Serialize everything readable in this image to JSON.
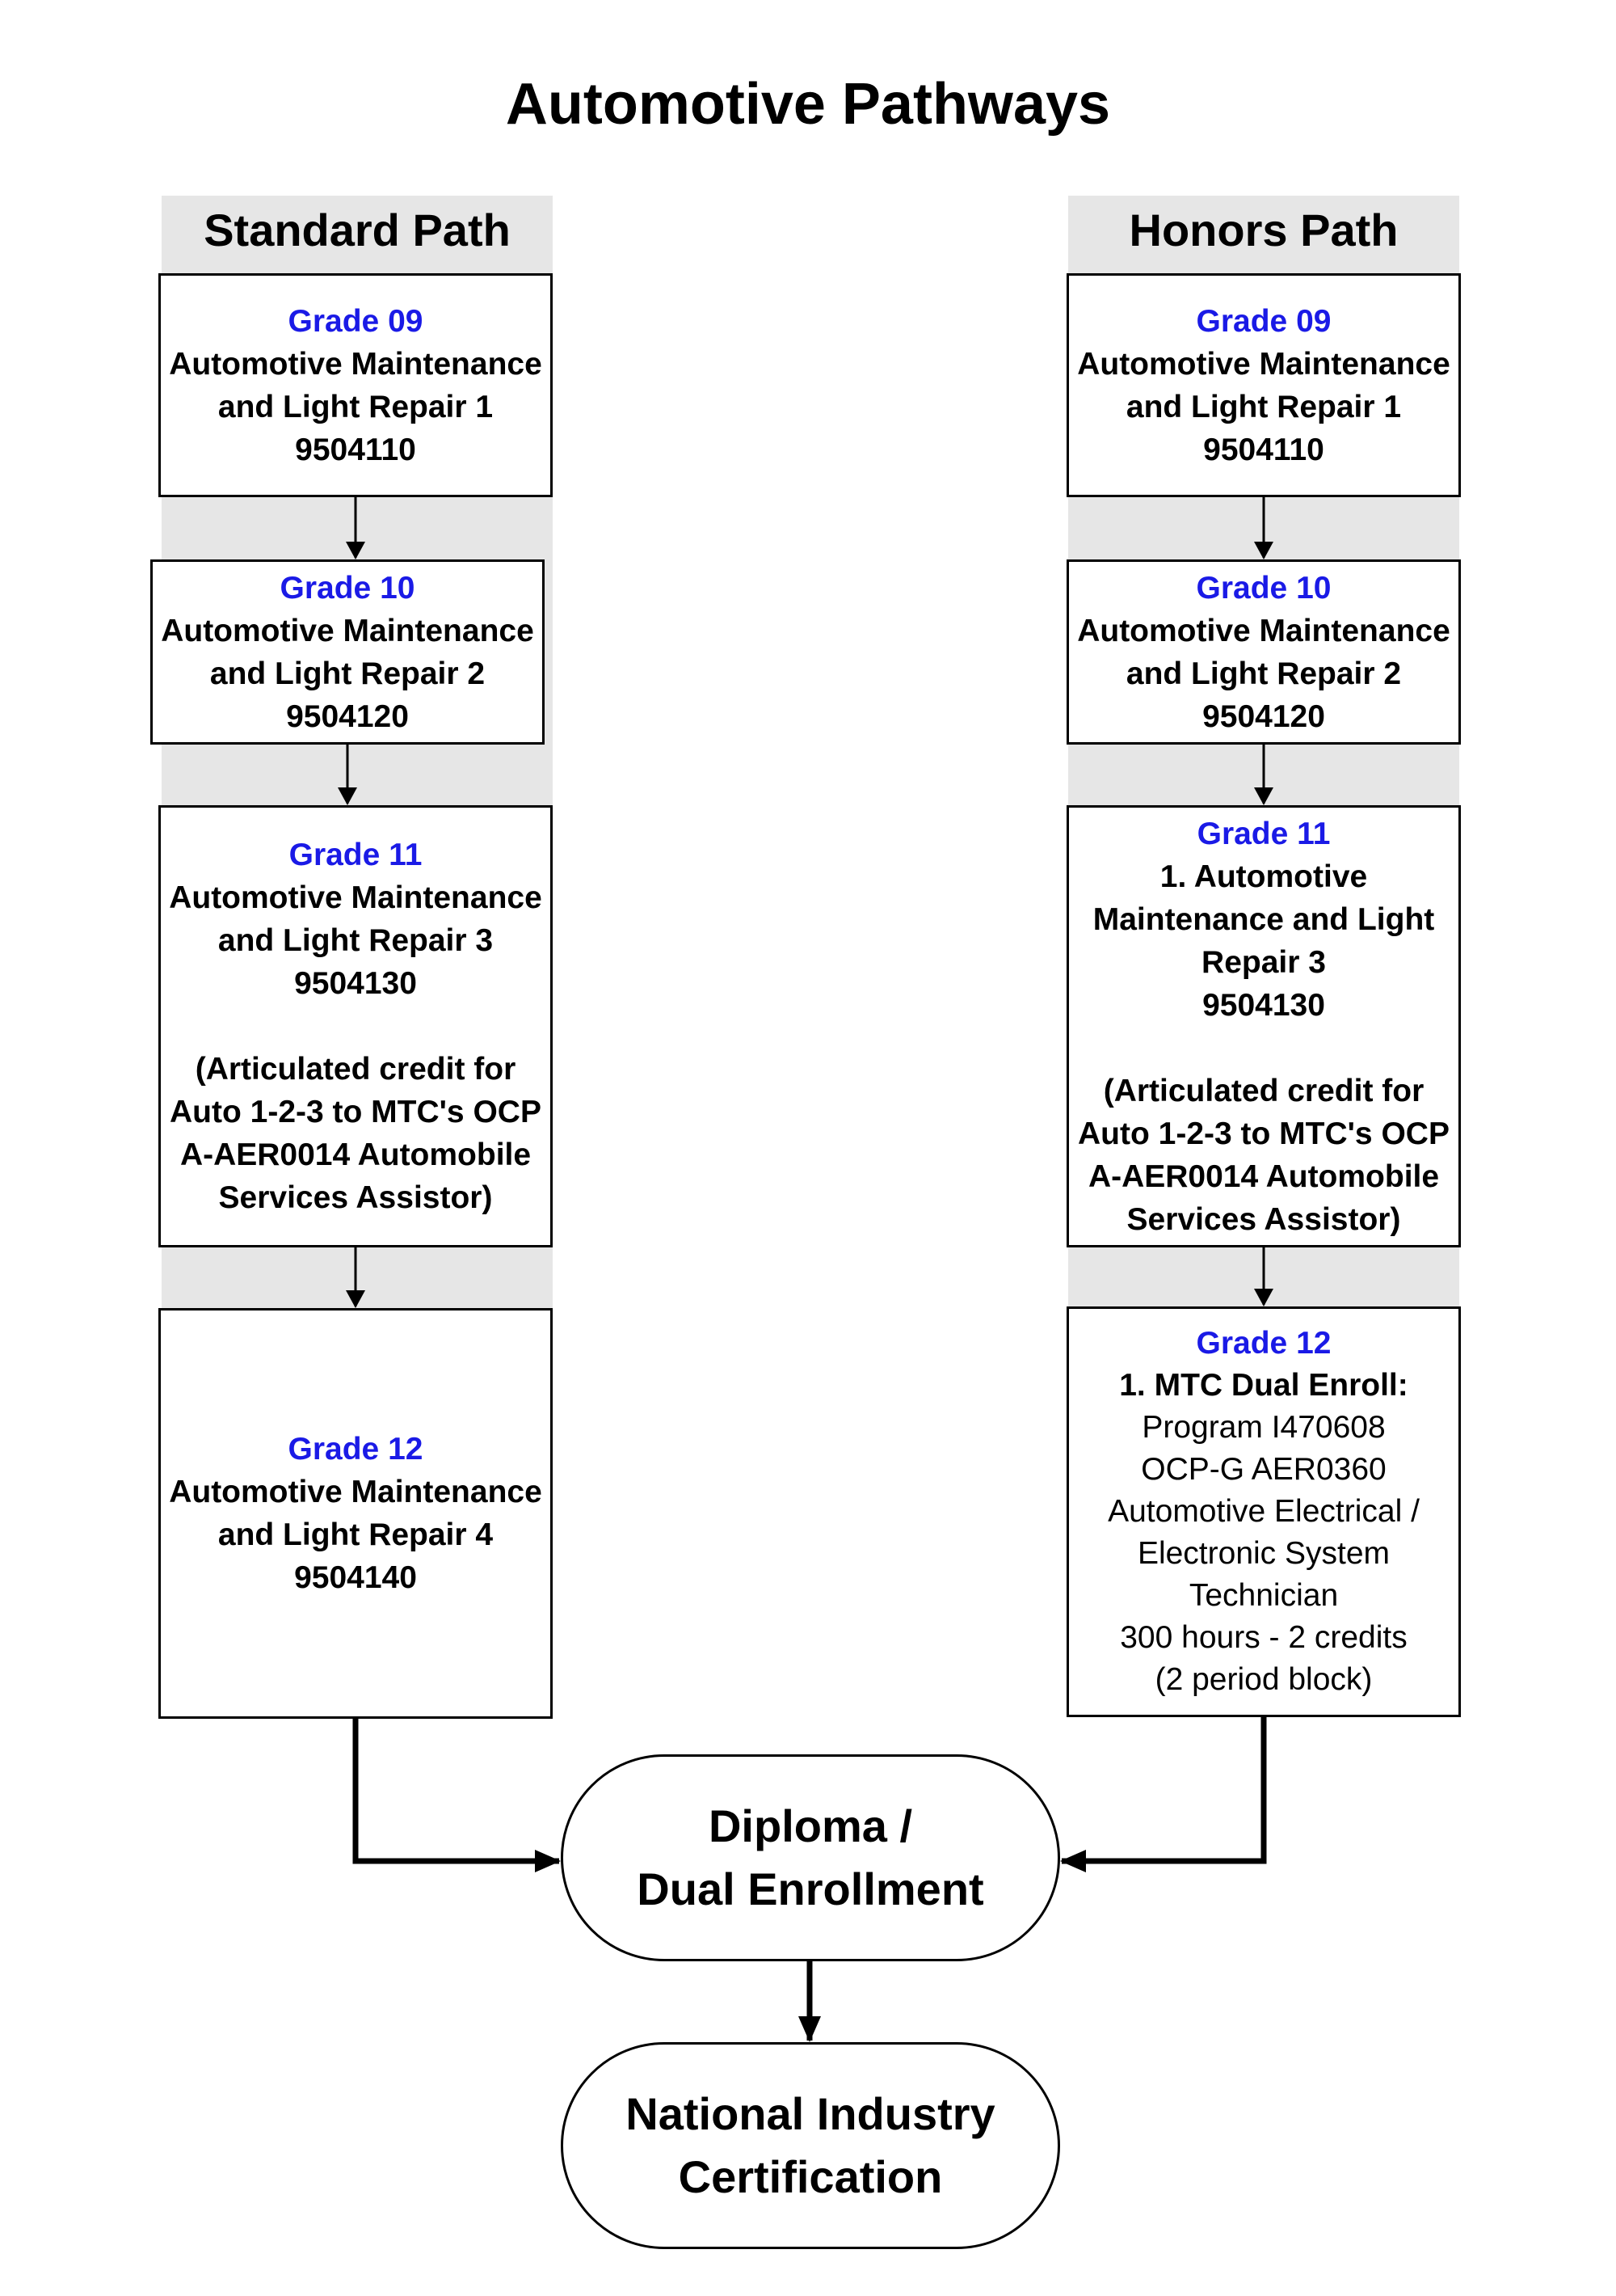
{
  "title": "Automotive Pathways",
  "standard": {
    "header": "Standard Path",
    "boxes": [
      {
        "grade": "Grade 09",
        "course": [
          "Automotive Maintenance",
          "and Light Repair 1"
        ],
        "code": "9504110"
      },
      {
        "grade": "Grade 10",
        "course": [
          "Automotive Maintenance",
          "and Light Repair 2"
        ],
        "code": "9504120"
      },
      {
        "grade": "Grade 11",
        "course": [
          "Automotive Maintenance",
          "and Light Repair 3"
        ],
        "code": "9504130",
        "note": [
          "(Articulated credit for",
          "Auto 1-2-3 to MTC's OCP",
          "A-AER0014 Automobile",
          "Services Assistor)"
        ]
      },
      {
        "grade": "Grade 12",
        "course": [
          "Automotive Maintenance",
          "and Light Repair 4"
        ],
        "code": "9504140"
      }
    ]
  },
  "honors": {
    "header": "Honors Path",
    "boxes": [
      {
        "grade": "Grade 09",
        "course": [
          "Automotive Maintenance",
          "and Light Repair 1"
        ],
        "code": "9504110"
      },
      {
        "grade": "Grade 10",
        "course": [
          "Automotive Maintenance",
          "and Light Repair 2"
        ],
        "code": "9504120"
      },
      {
        "grade": "Grade 11",
        "course": [
          "1. Automotive",
          "Maintenance and Light",
          "Repair 3"
        ],
        "code": "9504130",
        "note": [
          "(Articulated credit for",
          "Auto 1-2-3 to MTC's OCP",
          "A-AER0014 Automobile",
          "Services Assistor)"
        ]
      },
      {
        "grade": "Grade 12",
        "heading": "1. MTC Dual Enroll:",
        "details": [
          "Program I470608",
          "OCP-G AER0360",
          "Automotive Electrical /",
          "Electronic System",
          "Technician",
          "300 hours - 2 credits",
          "(2 period block)"
        ]
      }
    ]
  },
  "outcomes": {
    "diploma": [
      "Diploma /",
      "Dual Enrollment"
    ],
    "certification": [
      "National Industry",
      "Certification"
    ]
  },
  "colors": {
    "grade": "#1a1ae6",
    "strip": "#e6e6e6"
  }
}
